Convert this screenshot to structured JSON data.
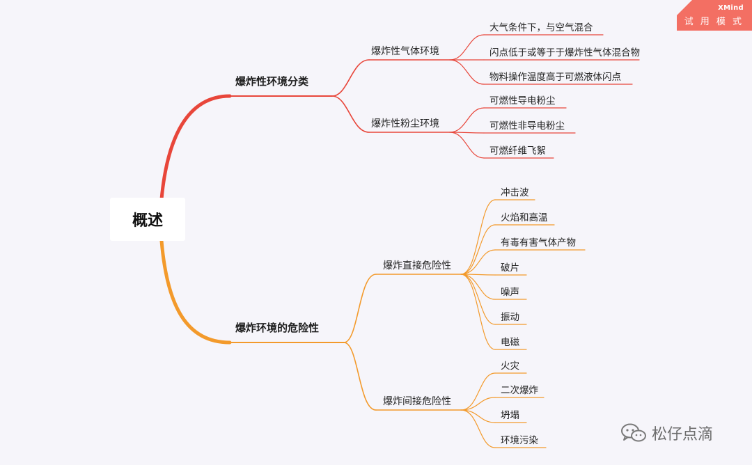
{
  "root": {
    "label": "概述"
  },
  "branches": [
    {
      "label": "爆炸性环境分类",
      "color": "#e8463a",
      "children": [
        {
          "label": "爆炸性气体环境",
          "children": [
            "大气条件下，与空气混合",
            "闪点低于或等于于爆炸性气体混合物",
            "物料操作温度高于可燃液体闪点"
          ]
        },
        {
          "label": "爆炸性粉尘环境",
          "children": [
            "可燃性导电粉尘",
            "可燃性非导电粉尘",
            "可燃纤维飞絮"
          ]
        }
      ]
    },
    {
      "label": "爆炸环境的危险性",
      "color": "#f39a2b",
      "children": [
        {
          "label": "爆炸直接危险性",
          "children": [
            "冲击波",
            "火焰和高温",
            "有毒有害气体产物",
            "破片",
            "噪声",
            "振动",
            "电磁"
          ]
        },
        {
          "label": "爆炸间接危险性",
          "children": [
            "火灾",
            "二次爆炸",
            "坍塌",
            "环境污染"
          ]
        }
      ]
    }
  ],
  "badge": {
    "brand": "XMind",
    "mode": "试 用 模 式"
  },
  "watermark": {
    "text": "松仔点滴",
    "icon": "wechat-icon"
  }
}
